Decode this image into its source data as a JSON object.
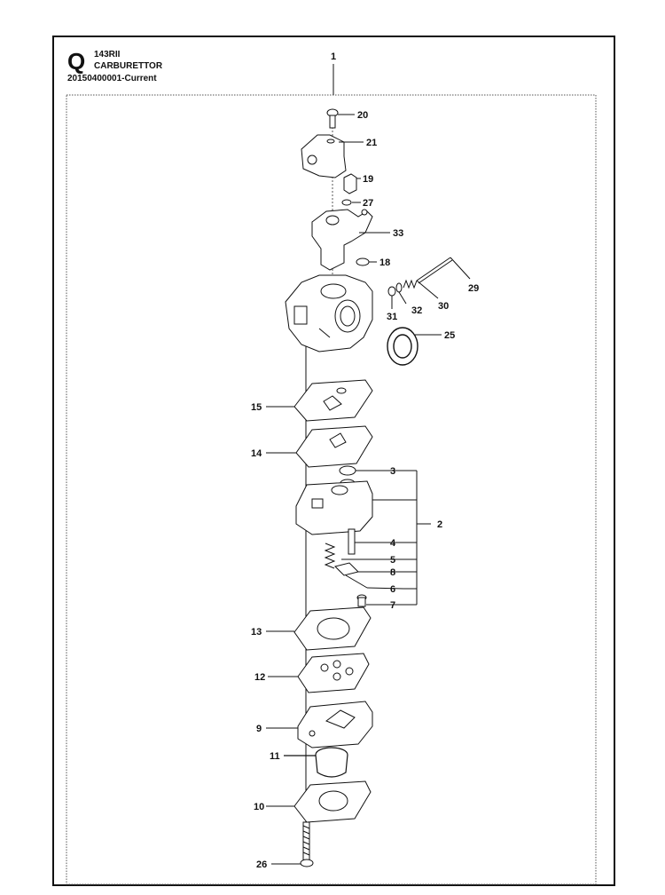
{
  "header": {
    "sheet_letter": "Q",
    "model": "143RII",
    "title": "CARBURETTOR",
    "serial": "20150400001-Current"
  },
  "callouts": [
    "1",
    "20",
    "21",
    "19",
    "27",
    "33",
    "18",
    "29",
    "30",
    "32",
    "31",
    "25",
    "15",
    "14",
    "3",
    "2",
    "4",
    "5",
    "8",
    "6",
    "7",
    "13",
    "12",
    "9",
    "11",
    "10",
    "26"
  ]
}
